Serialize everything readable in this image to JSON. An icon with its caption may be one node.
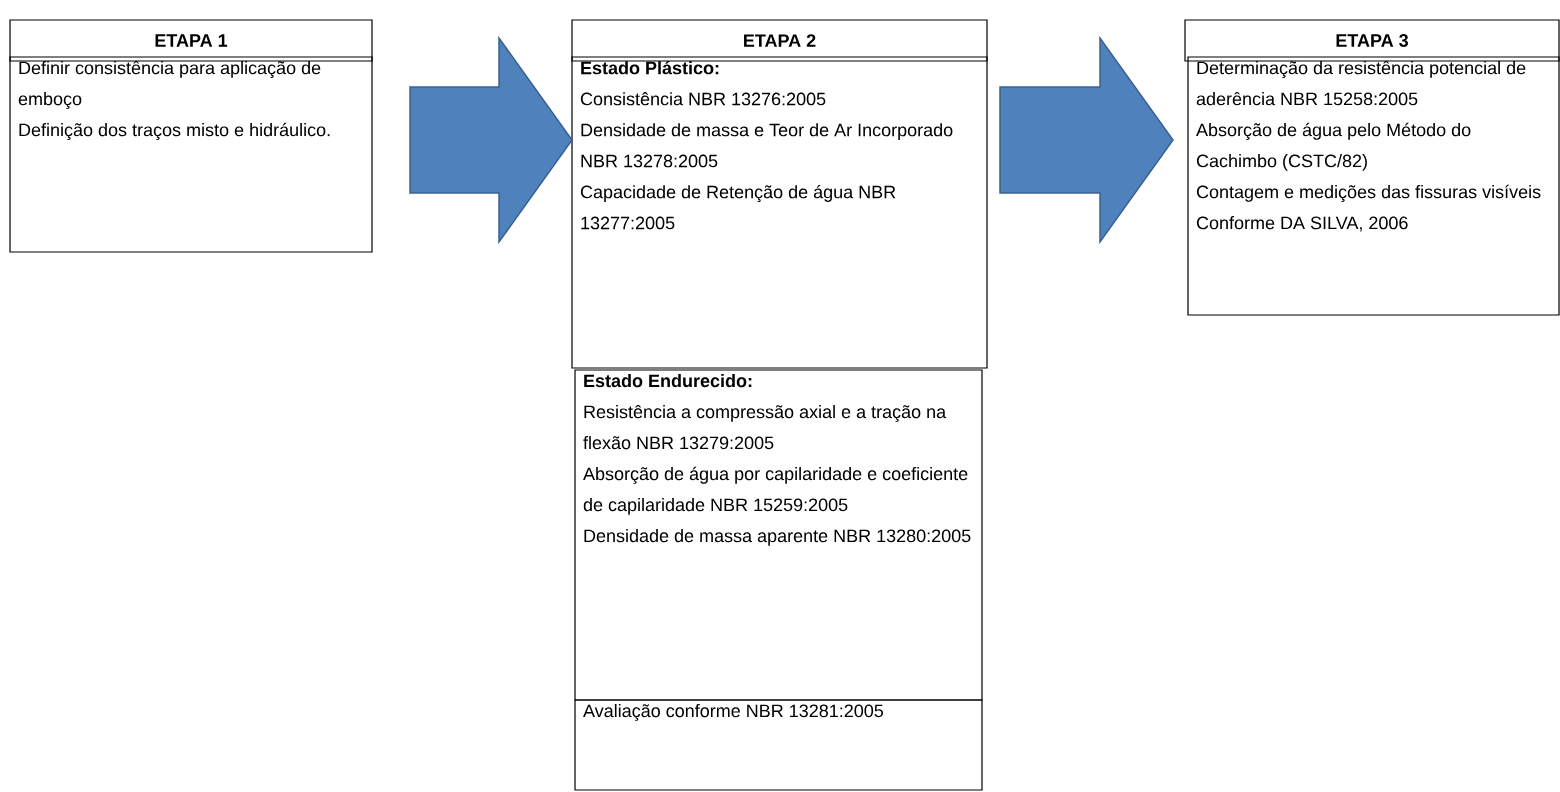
{
  "diagram": {
    "nodes": [
      {
        "text": [
          "ETAPA 1"
        ]
      },
      {
        "text": [
          "Definir consistência para aplicação de emboço",
          "Definição dos traços misto e hidráulico."
        ]
      },
      {
        "text": [
          "ETAPA 2"
        ]
      },
      {
        "text": [
          "Estado Plástico:",
          "Consistência NBR 13276:2005",
          "Densidade de massa  e Teor de Ar Incorporado NBR 13278:2005",
          "Capacidade de Retenção de água NBR 13277:2005"
        ]
      },
      {
        "text": [
          "Estado Endurecido:",
          "Resistência a compressão axial e a tração na flexão NBR 13279:2005",
          "Absorção de água por capilaridade e coeficiente de capilaridade NBR 15259:2005",
          "Densidade de massa aparente NBR 13280:2005"
        ]
      },
      {
        "text": [
          "Avaliação conforme NBR 13281:2005"
        ]
      },
      {
        "text": [
          "ETAPA 3"
        ]
      },
      {
        "text": [
          "Determinação da resistência potencial de aderência NBR 15258:2005",
          "Absorção de água pelo Método do Cachimbo (CSTC/82)",
          "Contagem e medições das fissuras visíveis Conforme DA SILVA, 2006"
        ]
      }
    ],
    "edges": [
      {
        "from": 1,
        "to": 3,
        "arrow": "to"
      },
      {
        "from": 3,
        "to": 7,
        "arrow": "to"
      }
    ]
  }
}
